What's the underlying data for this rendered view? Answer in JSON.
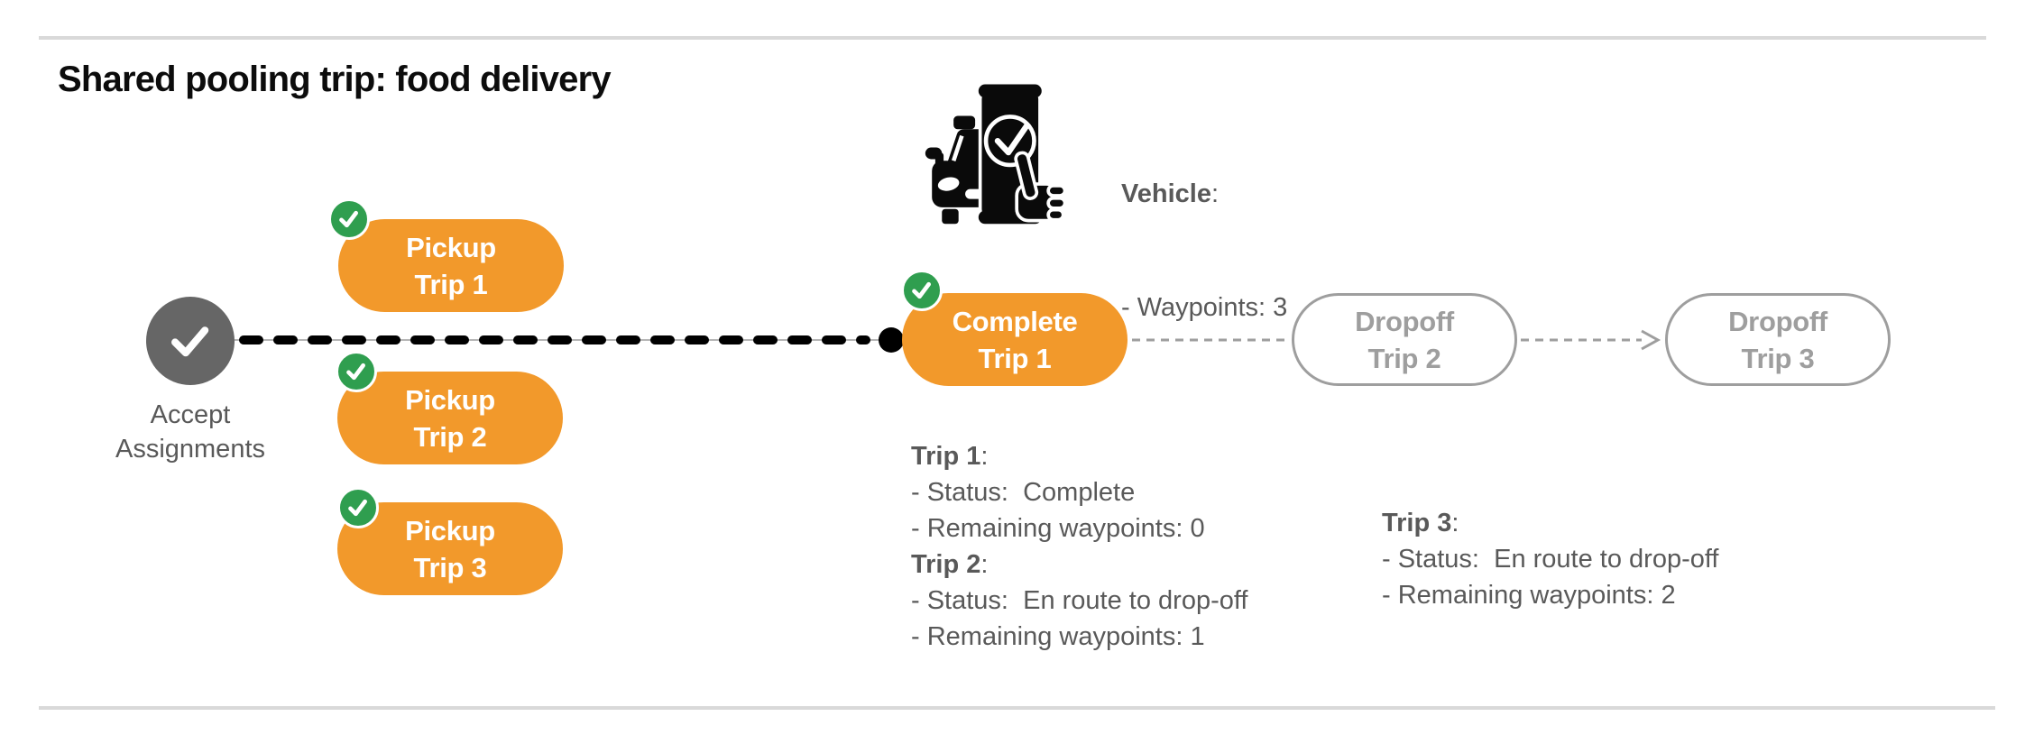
{
  "page": {
    "title": "Shared pooling trip: food delivery"
  },
  "punctuation": {
    "colon": ":"
  },
  "colors": {
    "orange": "#F2992B",
    "green": "#2F9E4F",
    "node_gray": "#666666",
    "text_gray": "#595959",
    "pending_gray": "#9E9E9E",
    "rule_gray": "#D9D9D9",
    "line_black": "#000000"
  },
  "vehicle": {
    "name": "Vehicle",
    "waypoints_line": "- Waypoints: 3"
  },
  "flow": {
    "accept": {
      "line1": "Accept",
      "line2": "Assignments"
    },
    "pickups": [
      {
        "line1": "Pickup",
        "line2": "Trip 1"
      },
      {
        "line1": "Pickup",
        "line2": "Trip 2"
      },
      {
        "line1": "Pickup",
        "line2": "Trip 3"
      }
    ],
    "complete": {
      "line1": "Complete",
      "line2": "Trip 1"
    },
    "dropoffs": [
      {
        "line1": "Dropoff",
        "line2": "Trip 2"
      },
      {
        "line1": "Dropoff",
        "line2": "Trip 3"
      }
    ]
  },
  "status": {
    "trips": [
      {
        "name": "Trip 1",
        "lines": [
          "- Status:  Complete",
          "- Remaining waypoints: 0"
        ]
      },
      {
        "name": "Trip 2",
        "lines": [
          "- Status:  En route to drop-off",
          "- Remaining waypoints: 1"
        ]
      },
      {
        "name": "Trip 3",
        "lines": [
          "- Status:  En route to drop-off",
          "- Remaining waypoints: 2"
        ]
      }
    ]
  }
}
